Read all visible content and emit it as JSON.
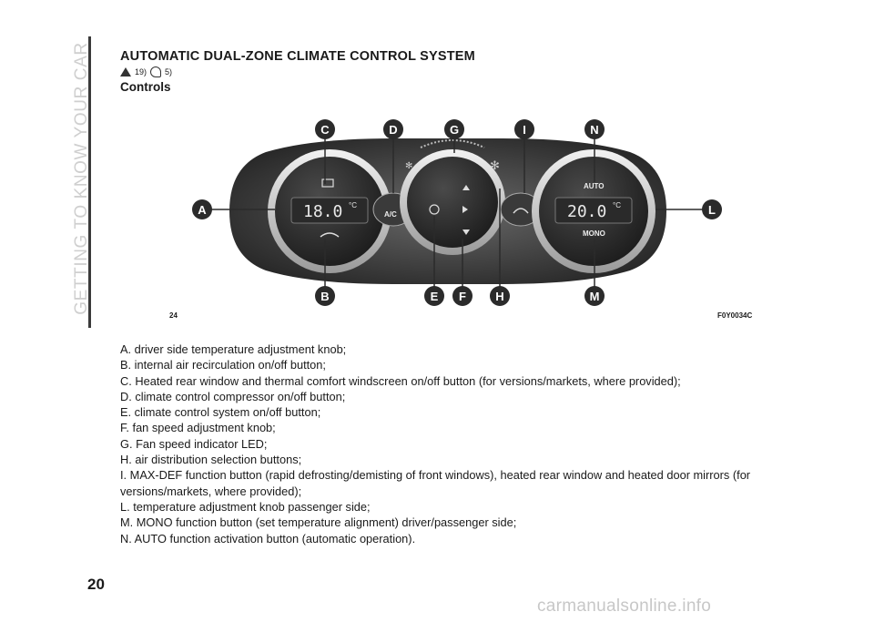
{
  "side_tab": "GETTING TO KNOW YOUR CAR",
  "section_title": "AUTOMATIC DUAL-ZONE CLIMATE CONTROL SYSTEM",
  "refs": {
    "ref1": "19)",
    "ref2": "5)"
  },
  "subheading": "Controls",
  "figure": {
    "number": "24",
    "code": "F0Y0034C",
    "left_display": "18.0",
    "right_display": "20.0",
    "unit": "°C",
    "ac_label": "A/C",
    "auto_label": "AUTO",
    "mono_label": "MONO",
    "callouts": [
      "A",
      "B",
      "C",
      "D",
      "E",
      "F",
      "G",
      "H",
      "I",
      "L",
      "M",
      "N"
    ]
  },
  "captions": [
    "A. driver side temperature adjustment knob;",
    "B. internal air recirculation on/off button;",
    "C. Heated rear window and thermal comfort windscreen on/off button (for versions/markets, where provided);",
    "D. climate control compressor on/off button;",
    "E. climate control system on/off button;",
    "F. fan speed adjustment knob;",
    "G. Fan speed indicator LED;",
    "H. air distribution selection buttons;",
    "I. MAX-DEF function button (rapid defrosting/demisting of front windows), heated rear window and heated door mirrors (for versions/markets, where provided);",
    "L. temperature adjustment knob passenger side;",
    "M. MONO function button (set temperature alignment) driver/passenger side;",
    "N. AUTO function activation button (automatic operation)."
  ],
  "page_number": "20",
  "watermark": "carmanualsonline.info",
  "colors": {
    "panel": "#3c3c3c",
    "callout": "#2b2b2b",
    "ring": "#d9d9d9"
  }
}
